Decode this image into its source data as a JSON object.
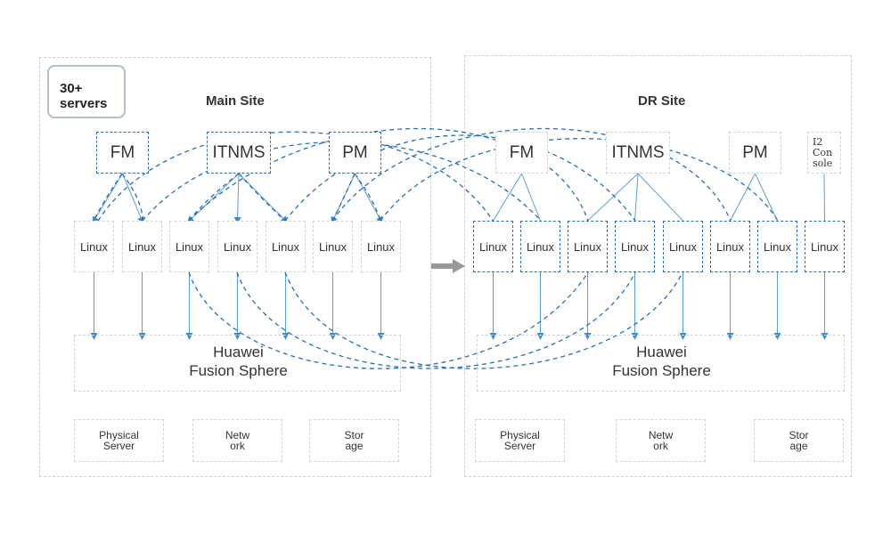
{
  "badge": {
    "line1": "30+",
    "line2": "servers"
  },
  "main_site": {
    "title": "Main Site",
    "managers": [
      "FM",
      "ITNMS",
      "PM"
    ],
    "linux_label": "Linux",
    "fusion": {
      "line1": "Huawei",
      "line2": "Fusion Sphere"
    },
    "resources": [
      {
        "line1": "Physical",
        "line2": "Server"
      },
      {
        "line1": "Netw",
        "line2": "ork"
      },
      {
        "line1": "Stor",
        "line2": "age"
      }
    ]
  },
  "dr_site": {
    "title": "DR Site",
    "managers": [
      "FM",
      "ITNMS",
      "PM"
    ],
    "console": {
      "line1": "I2",
      "line2": "Con",
      "line3": "sole"
    },
    "linux_label": "Linux",
    "fusion": {
      "line1": "Huawei",
      "line2": "Fusion Sphere"
    },
    "resources": [
      {
        "line1": "Physical",
        "line2": "Server"
      },
      {
        "line1": "Netw",
        "line2": "ork"
      },
      {
        "line1": "Stor",
        "line2": "age"
      }
    ]
  },
  "colors": {
    "accent": "#2a6fb0",
    "solid_line": "#5aa0d8",
    "grey_border": "#d4d4d4",
    "arrow": "#999999"
  }
}
